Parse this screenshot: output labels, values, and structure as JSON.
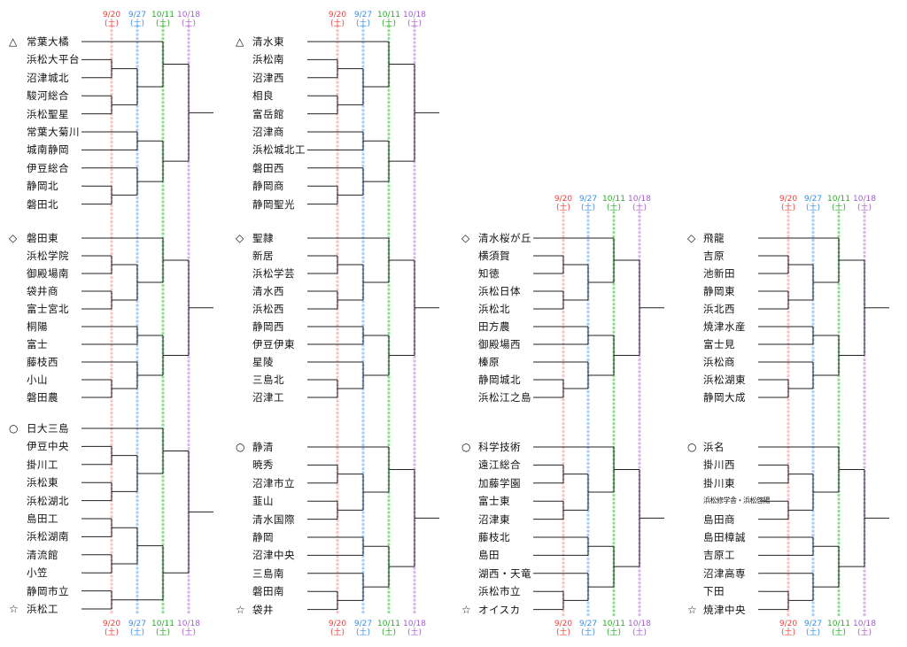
{
  "header_weekday": "(土)",
  "dates": [
    {
      "label": "9/20",
      "color": "#e8413c",
      "line": "#f6c4c4"
    },
    {
      "label": "9/27",
      "color": "#3a8fe0",
      "line": "#a9cff5"
    },
    {
      "label": "10/11",
      "color": "#2aa82a",
      "line": "#8fe08f"
    },
    {
      "label": "10/18",
      "color": "#a45cc8",
      "line": "#d9b6ea"
    }
  ],
  "brackets": [
    {
      "mark": "△",
      "teams": [
        "常葉大橘",
        "浜松大平台",
        "沼津城北",
        "駿河総合",
        "浜松聖星",
        "常葉大菊川",
        "城南静岡",
        "伊豆総合",
        "静岡北",
        "磐田北"
      ]
    },
    {
      "mark": "◇",
      "teams": [
        "磐田東",
        "浜松学院",
        "御殿場南",
        "袋井商",
        "富士宮北",
        "桐陽",
        "富士",
        "藤枝西",
        "小山",
        "磐田農"
      ]
    },
    {
      "mark": "○",
      "marks": [
        "○",
        "☆"
      ],
      "teams": [
        "日大三島",
        "伊豆中央",
        "掛川工",
        "浜松東",
        "浜松湖北",
        "島田工",
        "浜松湖南",
        "清流館",
        "小笠",
        "静岡市立",
        "浜松工"
      ]
    },
    {
      "mark": "△",
      "teams": [
        "清水東",
        "浜松南",
        "沼津西",
        "相良",
        "富岳館",
        "沼津商",
        "浜松城北工",
        "磐田西",
        "静岡商",
        "静岡聖光"
      ]
    },
    {
      "mark": "◇",
      "teams": [
        "聖隷",
        "新居",
        "浜松学芸",
        "清水西",
        "浜松西",
        "静岡西",
        "伊豆伊東",
        "星陵",
        "三島北",
        "沼津工"
      ]
    },
    {
      "mark": "○",
      "marks": [
        "○",
        "☆"
      ],
      "teams": [
        "静清",
        "暁秀",
        "沼津市立",
        "韮山",
        "清水国際",
        "静岡",
        "沼津中央",
        "三島南",
        "磐田南",
        "袋井"
      ]
    },
    {
      "mark": "◇",
      "teams": [
        "清水桜が丘",
        "横須賀",
        "知徳",
        "浜松日体",
        "浜松北",
        "田方農",
        "御殿場西",
        "榛原",
        "静岡城北",
        "浜松江之島"
      ]
    },
    {
      "mark": "○",
      "marks": [
        "○",
        "☆"
      ],
      "teams": [
        "科学技術",
        "遠江総合",
        "加藤学園",
        "富士東",
        "沼津東",
        "藤枝北",
        "島田",
        "湖西・天竜",
        "浜松市立",
        "オイスカ"
      ]
    },
    {
      "mark": "◇",
      "teams": [
        "飛龍",
        "吉原",
        "池新田",
        "静岡東",
        "浜北西",
        "焼津水産",
        "富士見",
        "浜松商",
        "浜松湖東",
        "静岡大成"
      ]
    },
    {
      "mark": "○",
      "marks": [
        "○",
        "☆"
      ],
      "teams": [
        "浜名",
        "掛川西",
        "掛川東",
        "浜松修学舎・浜松啓陽",
        "島田商",
        "島田樟誠",
        "吉原工",
        "沼津高専",
        "下田",
        "焼津中央"
      ]
    }
  ]
}
